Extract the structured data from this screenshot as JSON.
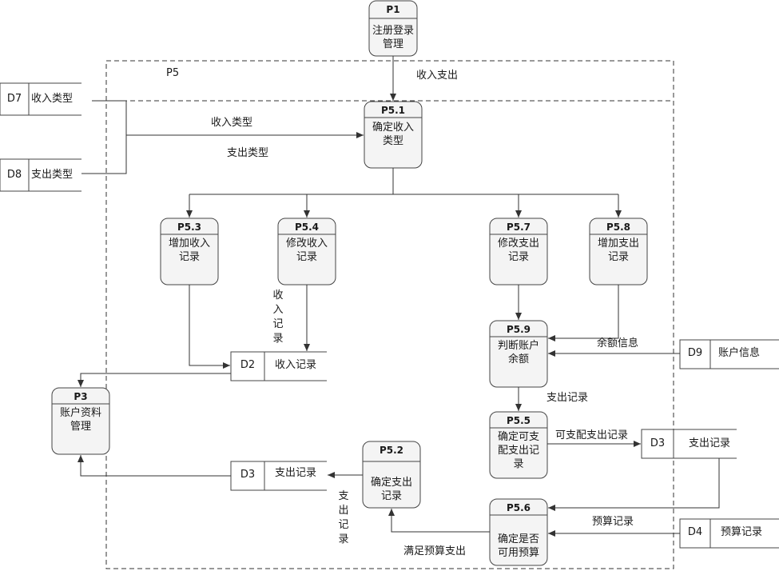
{
  "boundary": {
    "label": "P5",
    "top_flow": "收入支出"
  },
  "processes": {
    "p1": {
      "id": "P1",
      "name": "注册登录管理"
    },
    "p51": {
      "id": "P5.1",
      "name": "确定收入类型"
    },
    "p53": {
      "id": "P5.3",
      "name": "增加收入记录"
    },
    "p54": {
      "id": "P5.4",
      "name": "修改收入记录"
    },
    "p57": {
      "id": "P5.7",
      "name": "修改支出记录"
    },
    "p58": {
      "id": "P5.8",
      "name": "增加支出记录"
    },
    "p59": {
      "id": "P5.9",
      "name": "判断账户余额"
    },
    "p3": {
      "id": "P3",
      "name": "账户资料管理"
    },
    "p55": {
      "id": "P5.5",
      "name": "确定可支配支出记录"
    },
    "p52": {
      "id": "P5.2",
      "name": "确定支出记录"
    },
    "p56": {
      "id": "P5.6",
      "name": "确定是否可用预算"
    }
  },
  "stores": {
    "d7": {
      "id": "D7",
      "name": "收入类型"
    },
    "d8": {
      "id": "D8",
      "name": "支出类型"
    },
    "d2": {
      "id": "D2",
      "name": "收入记录"
    },
    "d9": {
      "id": "D9",
      "name": "账户信息"
    },
    "d3a": {
      "id": "D3",
      "name": "支出记录"
    },
    "d3b": {
      "id": "D3",
      "name": "支出记录"
    },
    "d4": {
      "id": "D4",
      "name": "预算记录"
    }
  },
  "flows": {
    "income_type": "收入类型",
    "expense_type": "支出类型",
    "income_record": "收入记录",
    "balance_info": "余额信息",
    "expense_record": "支出记录",
    "disposable_expense": "可支配支出记录",
    "budget_record": "预算记录",
    "meets_budget": "满足预算支出",
    "expense_record_v": "支出记录"
  }
}
